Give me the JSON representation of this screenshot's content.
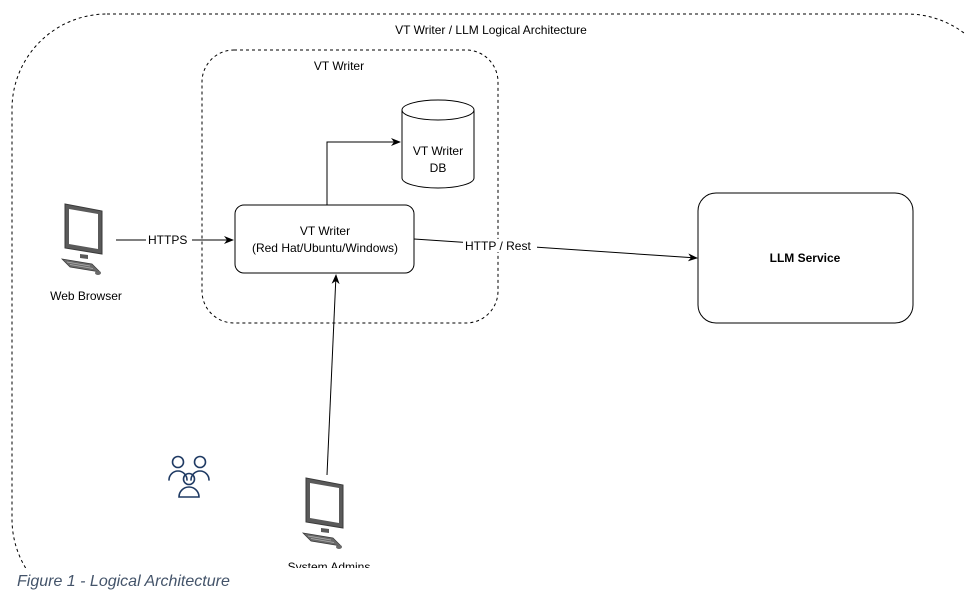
{
  "diagram": {
    "outer_container_label": "VT Writer / LLM Logical Architecture",
    "inner_container_label": "VT Writer",
    "server_label_line1": "VT Writer",
    "server_label_line2": "(Red Hat/Ubuntu/Windows)",
    "db_label_line1": "VT Writer",
    "db_label_line2": "DB",
    "llm_label": "LLM Service",
    "browser_label": "Web Browser",
    "admins_label": "System Admins",
    "edge_https_label": "HTTPS",
    "edge_rest_label": "HTTP / Rest"
  },
  "icons": {
    "browser_icon": "computer-monitor-icon",
    "admins_icon": "computer-monitor-icon",
    "users_icon": "user-group-icon"
  },
  "colors": {
    "stroke": "#000000",
    "monitor_dark": "#5a5a5a",
    "monitor_screen": "#ffffff",
    "users_icon": "#1f3a63",
    "caption": "#44546a"
  },
  "caption": "Figure 1 - Logical Architecture"
}
